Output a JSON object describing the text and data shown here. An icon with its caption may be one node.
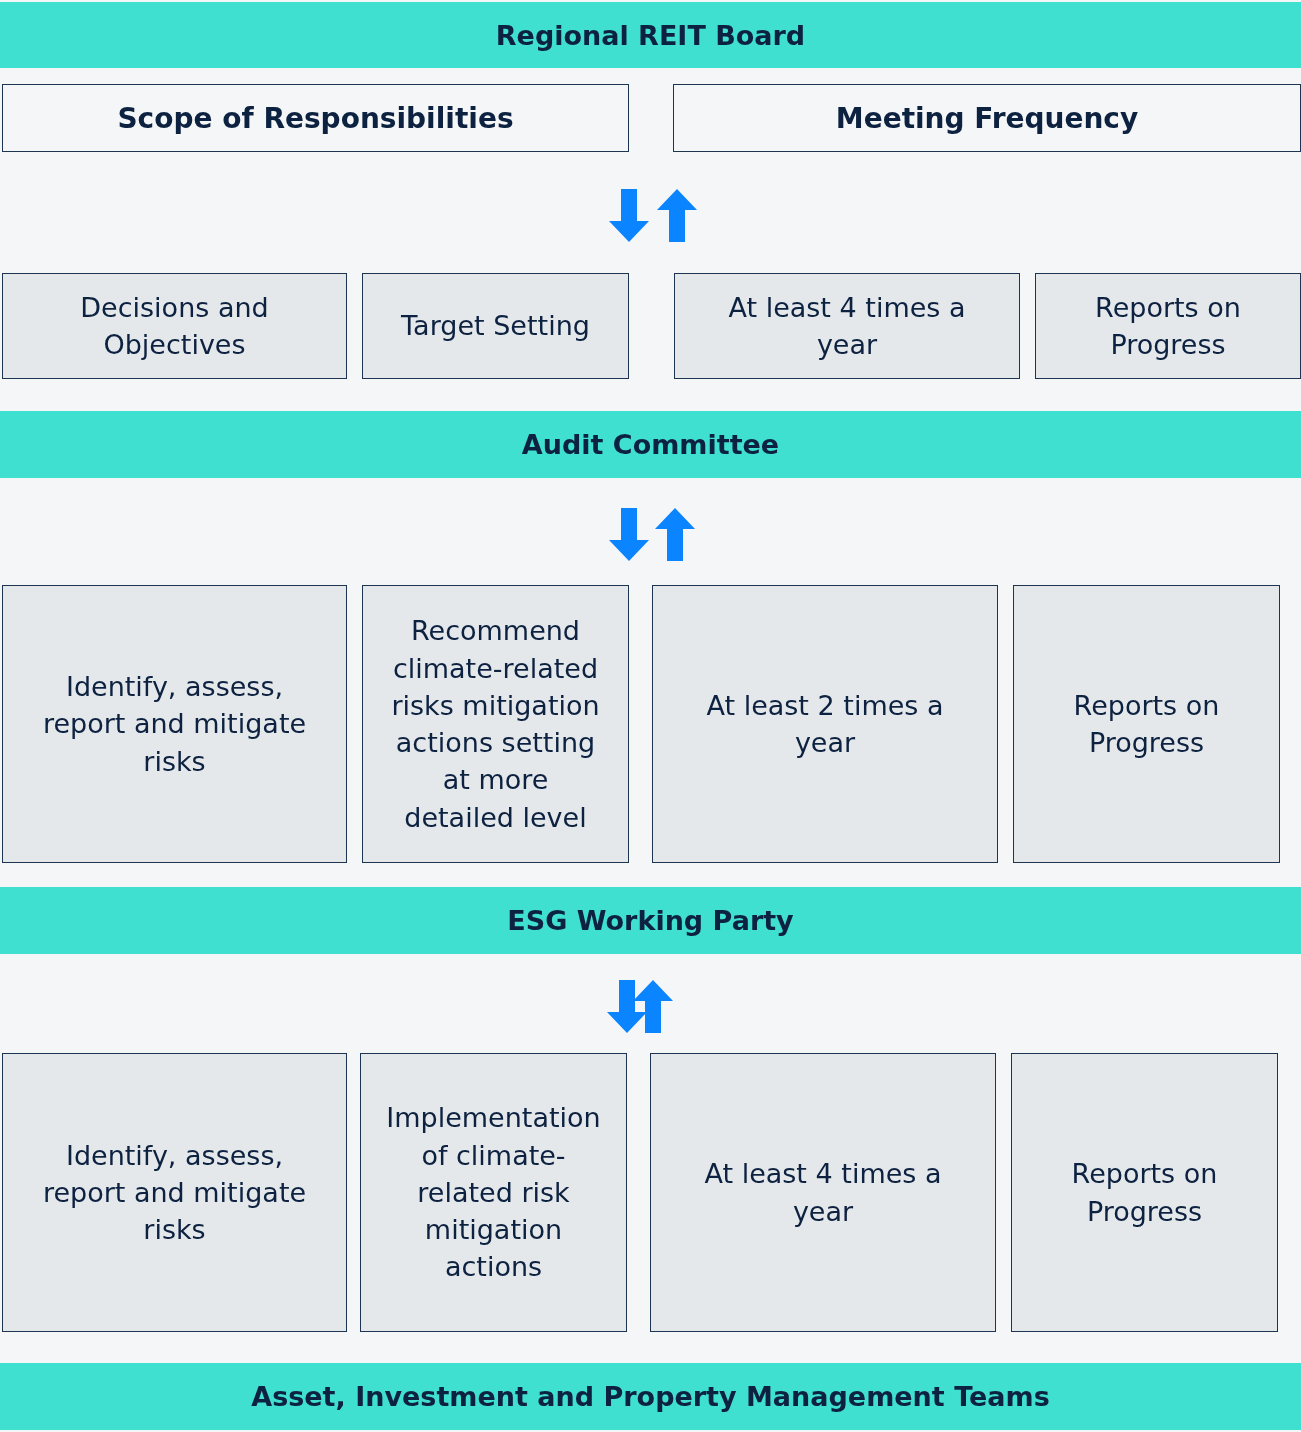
{
  "diagram": {
    "nodes": [
      {
        "text": [
          "Regional REIT Board"
        ]
      },
      {
        "text": [
          "Scope of Responsibilities"
        ]
      },
      {
        "text": [
          "Meeting Frequency"
        ]
      },
      {
        "text": [
          "Decisions and Objectives"
        ]
      },
      {
        "text": [
          "Target Setting"
        ]
      },
      {
        "text": [
          "At least 4 times a year"
        ]
      },
      {
        "text": [
          "Reports on Progress"
        ]
      },
      {
        "text": [
          "Audit Committee"
        ]
      },
      {
        "text": [
          "Identify, assess, report and mitigate risks"
        ]
      },
      {
        "text": [
          "Recommend climate-related risks mitigation actions setting at more detailed level"
        ]
      },
      {
        "text": [
          "At least 2 times a year"
        ]
      },
      {
        "text": [
          "Reports on Progress"
        ]
      },
      {
        "text": [
          "ESG Working Party"
        ]
      },
      {
        "text": [
          "Identify, assess, report and mitigate risks"
        ]
      },
      {
        "text": [
          "Implementation of climate-related risk mitigation actions"
        ]
      },
      {
        "text": [
          "At least 4 times a year"
        ]
      },
      {
        "text": [
          "Reports on Progress"
        ]
      },
      {
        "text": [
          "Asset, Investment and Property Management Teams"
        ]
      }
    ],
    "edges": [
      {
        "from": 1,
        "to": 4,
        "arrow": "to"
      },
      {
        "from": 5,
        "to": 2,
        "arrow": "to"
      },
      {
        "from": 7,
        "to": 9,
        "arrow": "to"
      },
      {
        "from": 10,
        "to": 7,
        "arrow": "to"
      },
      {
        "from": 12,
        "to": 14,
        "arrow": "to"
      },
      {
        "from": 15,
        "to": 12,
        "arrow": "to"
      }
    ]
  }
}
